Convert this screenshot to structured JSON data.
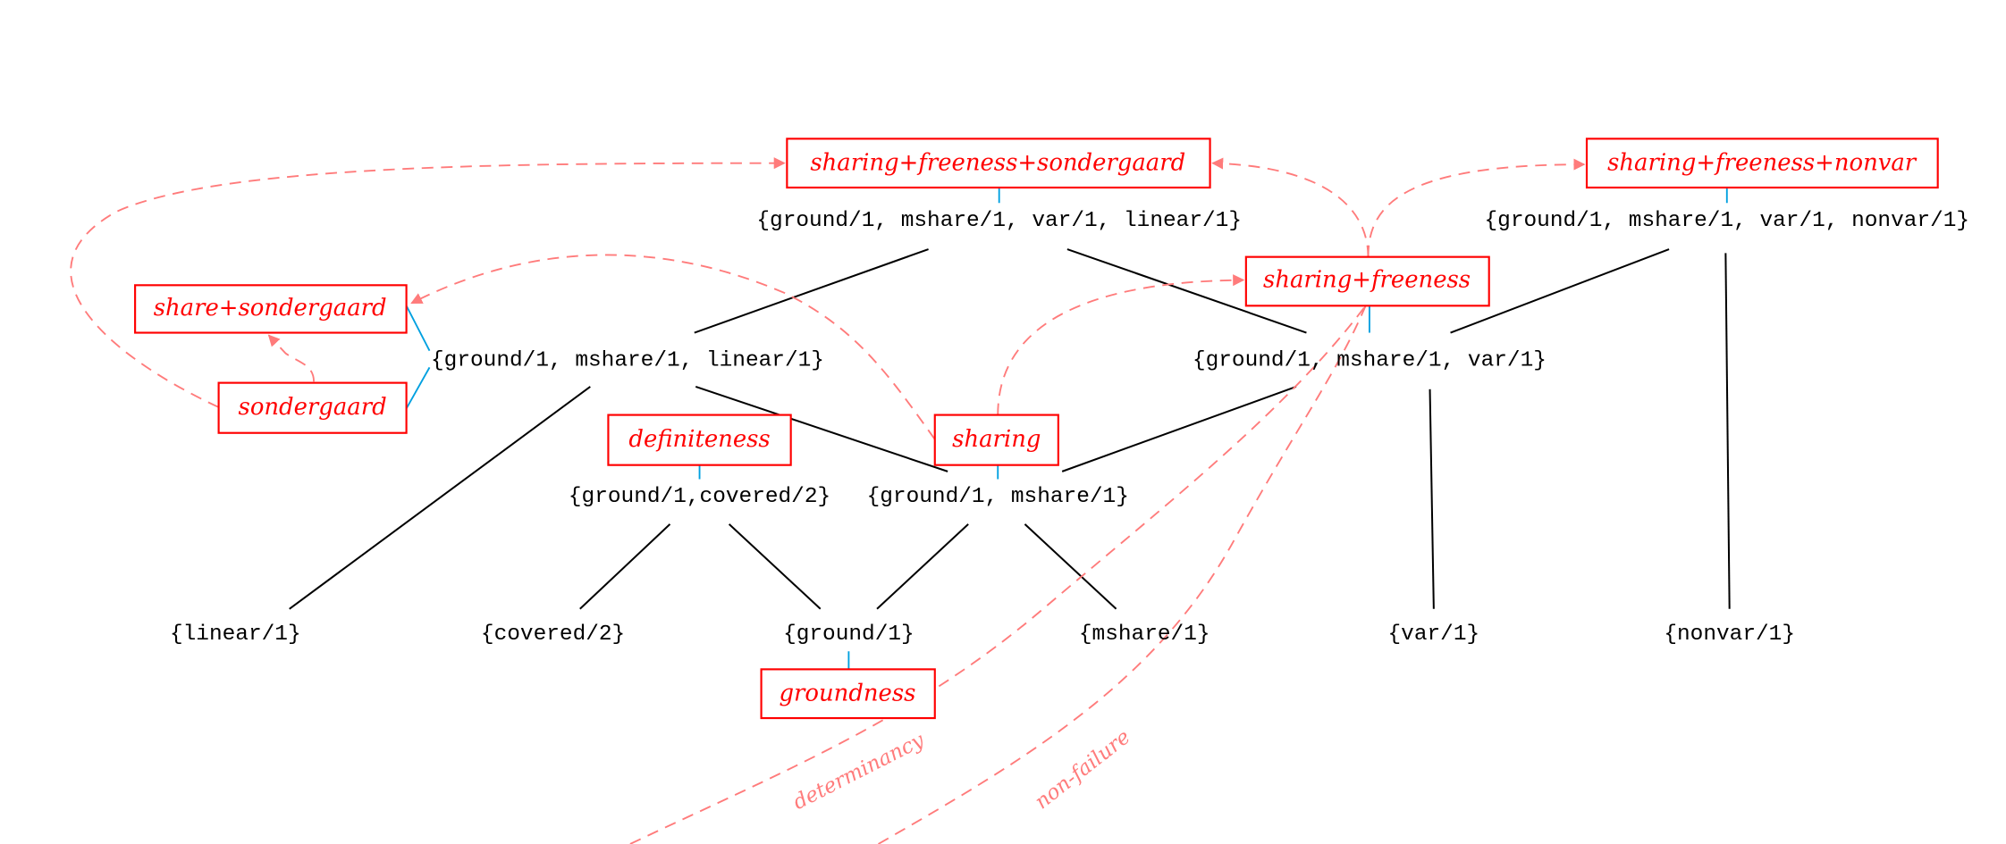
{
  "colors": {
    "box": "#ff0000",
    "link": "#00a0e0",
    "dashed": "#ff7b7b",
    "edge": "#000000"
  },
  "boxes": {
    "sfs": "sharing+freeness+sondergaard",
    "sfn": "sharing+freeness+nonvar",
    "sf": "sharing+freeness",
    "ss": "share+sondergaard",
    "sonder": "sondergaard",
    "def": "definiteness",
    "sharing": "sharing",
    "ground": "groundness"
  },
  "nodes": {
    "gmvl": "{ground/1, mshare/1, var/1, linear/1}",
    "gmvn": "{ground/1, mshare/1, var/1, nonvar/1}",
    "gml": "{ground/1, mshare/1, linear/1}",
    "gmv": "{ground/1, mshare/1, var/1}",
    "gc": "{ground/1,covered/2}",
    "gm": "{ground/1, mshare/1}",
    "linear": "{linear/1}",
    "covered": "{covered/2}",
    "ground": "{ground/1}",
    "mshare": "{mshare/1}",
    "var": "{var/1}",
    "nonvar": "{nonvar/1}"
  },
  "curve_labels": {
    "determinancy": "determinancy",
    "nonfailure": "non-failure"
  }
}
